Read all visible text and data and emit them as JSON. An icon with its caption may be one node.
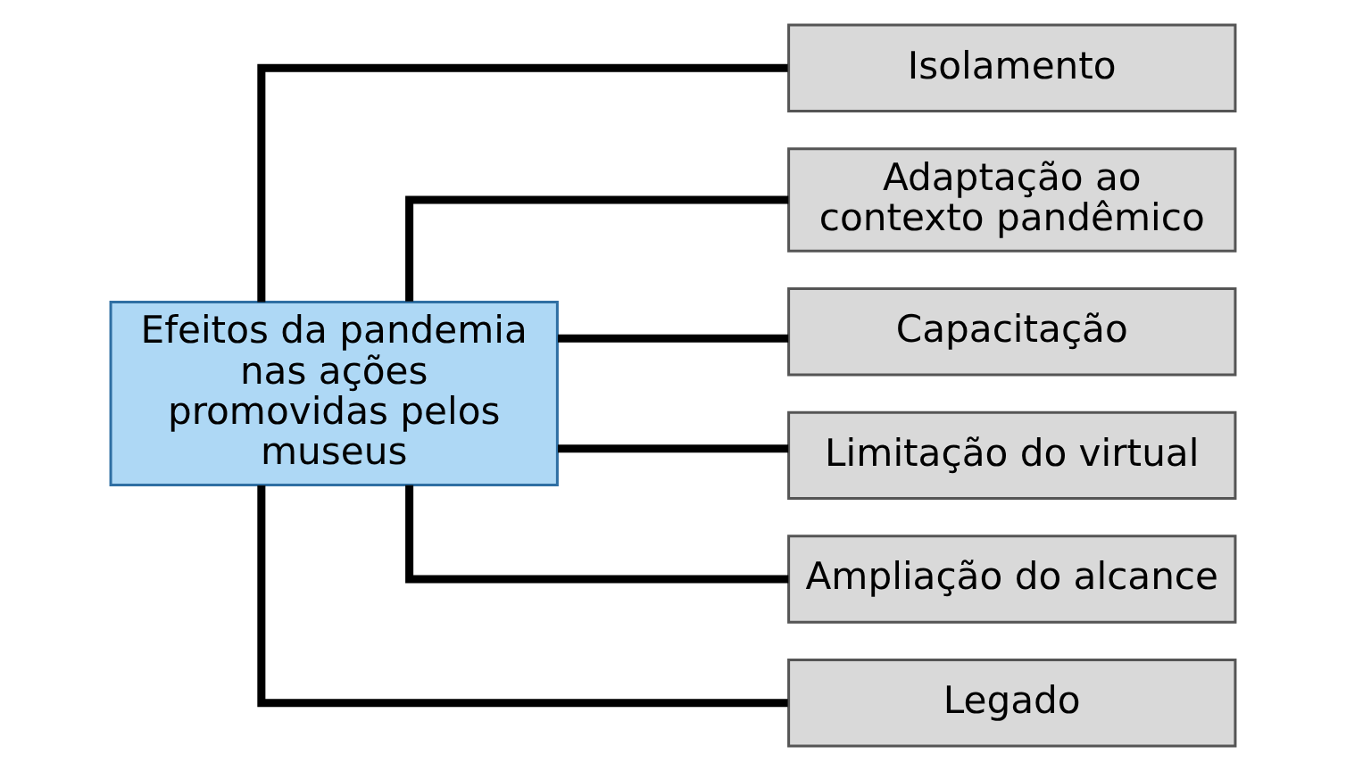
{
  "diagram": {
    "nodes": [
      {
        "text": [
          "Efeitos da pandemia nas ações promovidas pelos museus"
        ]
      },
      {
        "text": [
          "Isolamento"
        ]
      },
      {
        "text": [
          "Adaptação ao contexto pandêmico"
        ]
      },
      {
        "text": [
          "Capacitação"
        ]
      },
      {
        "text": [
          "Limitação do virtual"
        ]
      },
      {
        "text": [
          "Ampliação do alcance"
        ]
      },
      {
        "text": [
          "Legado"
        ]
      }
    ],
    "edges": [
      {
        "from": 0,
        "to": 1,
        "arrow": "none"
      },
      {
        "from": 0,
        "to": 2,
        "arrow": "none"
      },
      {
        "from": 0,
        "to": 3,
        "arrow": "none"
      },
      {
        "from": 0,
        "to": 4,
        "arrow": "none"
      },
      {
        "from": 0,
        "to": 5,
        "arrow": "none"
      },
      {
        "from": 0,
        "to": 6,
        "arrow": "none"
      }
    ]
  }
}
